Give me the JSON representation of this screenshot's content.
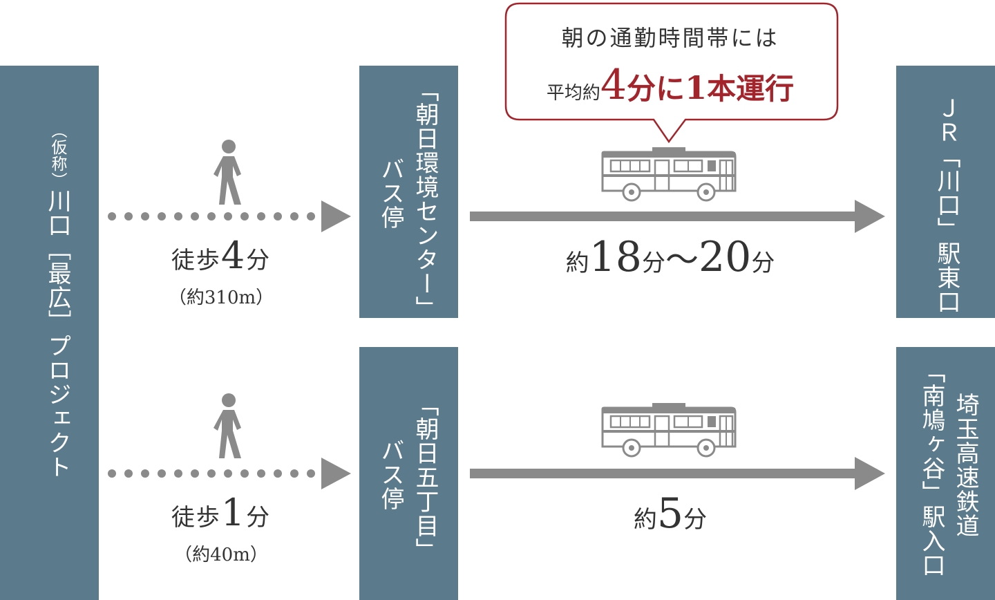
{
  "origin": {
    "prefix": "（仮称）",
    "name": "川口［最広］プロジェクト"
  },
  "route_top": {
    "walk": {
      "label": "徒歩",
      "minutes": "4",
      "unit": "分",
      "distance": "（約310m）"
    },
    "bus_stop": {
      "line1": "「朝日環境センター」",
      "line2": "バス停"
    },
    "ride": {
      "prefix": "約",
      "value": "18",
      "unit1": "分",
      "tilde": "～",
      "value2": "20",
      "unit2": "分"
    },
    "destination": {
      "line1": "ＪＲ「川口」駅東口"
    }
  },
  "route_bottom": {
    "walk": {
      "label": "徒歩",
      "minutes": "1",
      "unit": "分",
      "distance": "（約40m）"
    },
    "bus_stop": {
      "line1": "「朝日五丁目」",
      "line2": "バス停"
    },
    "ride": {
      "prefix": "約",
      "value": "5",
      "unit": "分"
    },
    "destination": {
      "line1": "埼玉高速鉄道",
      "line2": "「南鳩ヶ谷」駅入口"
    }
  },
  "callout": {
    "line1": "朝の通勤時間帯には",
    "pre": "平均約",
    "num": "4",
    "suffix_a": "分に",
    "num2": "1",
    "suffix_b": "本運行"
  },
  "colors": {
    "box": "#5b7a8b",
    "arrow": "#8a8a8a",
    "accent": "#a3252b",
    "text": "#333333"
  },
  "icons": {
    "walker": "pedestrian-icon",
    "bus": "bus-icon"
  }
}
